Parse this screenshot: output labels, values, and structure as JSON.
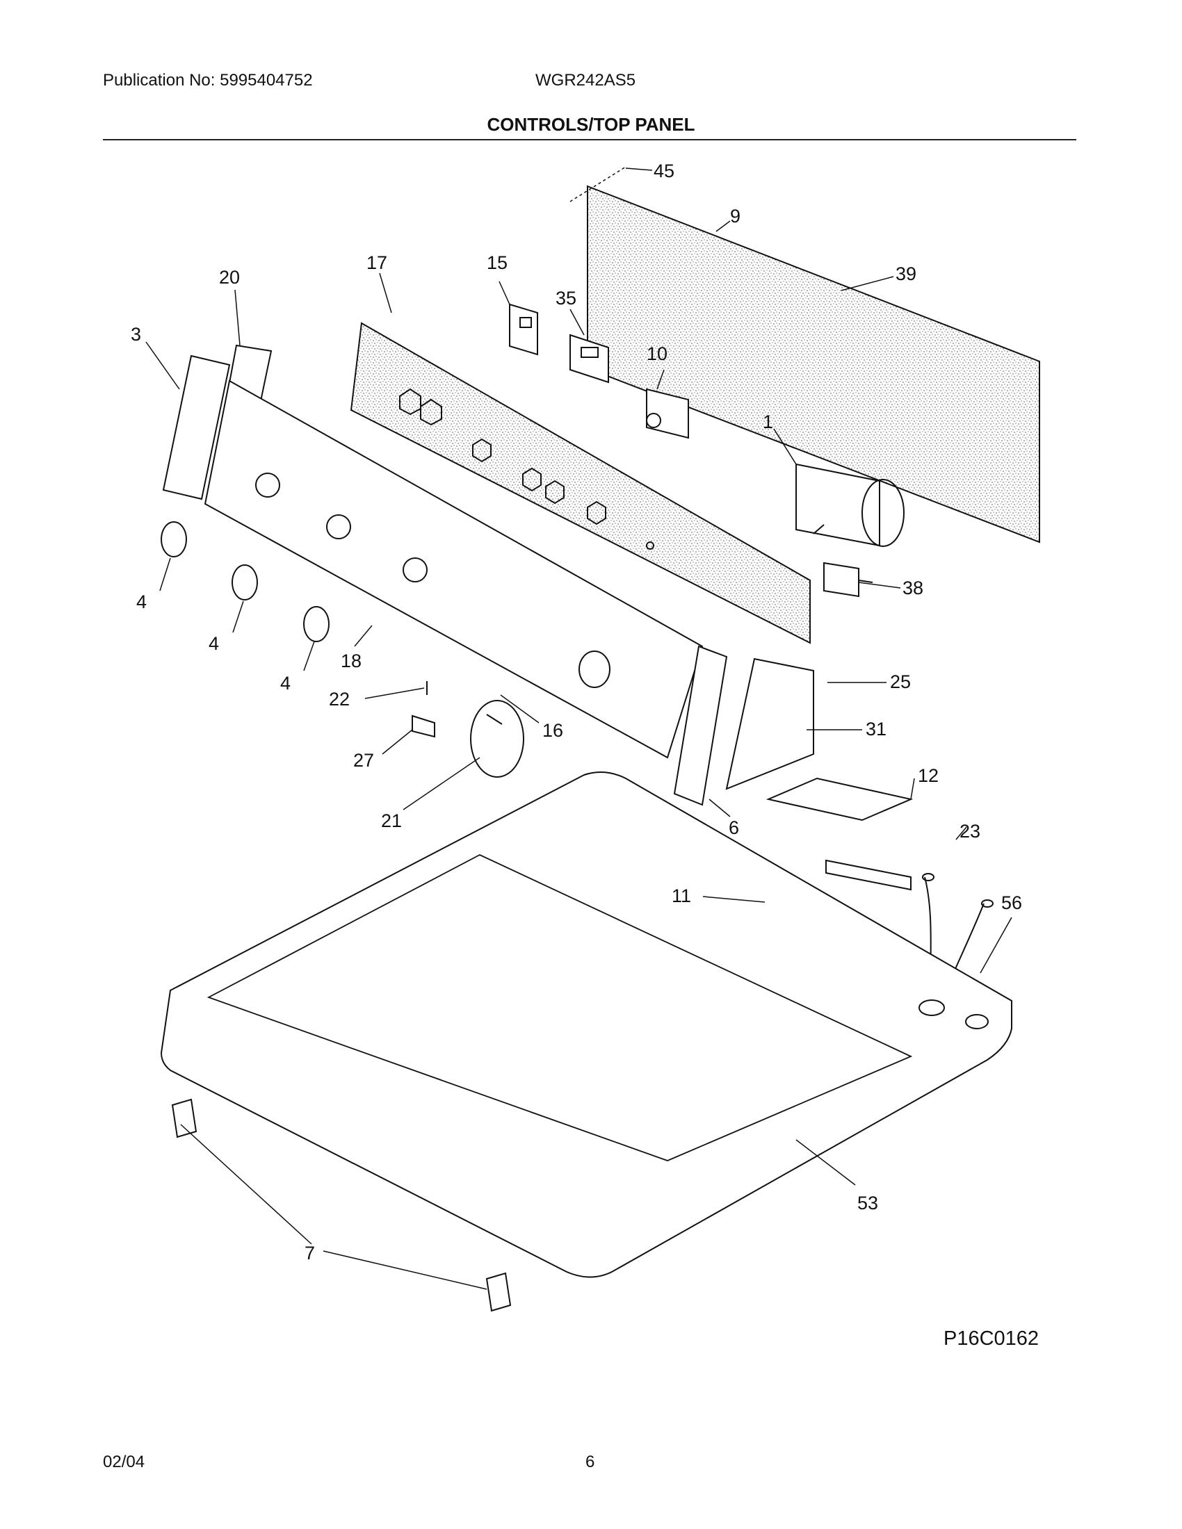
{
  "header": {
    "publication": "Publication No: 5995404752",
    "model": "WGR242AS5",
    "title": "CONTROLS/TOP PANEL"
  },
  "callouts": [
    "45",
    "9",
    "39",
    "17",
    "15",
    "35",
    "10",
    "20",
    "3",
    "1",
    "38",
    "4",
    "4",
    "4",
    "18",
    "25",
    "22",
    "16",
    "31",
    "27",
    "12",
    "21",
    "6",
    "23",
    "11",
    "56",
    "53",
    "7"
  ],
  "figure_code": "P16C0162",
  "footer": {
    "date": "02/04",
    "page": "6"
  }
}
